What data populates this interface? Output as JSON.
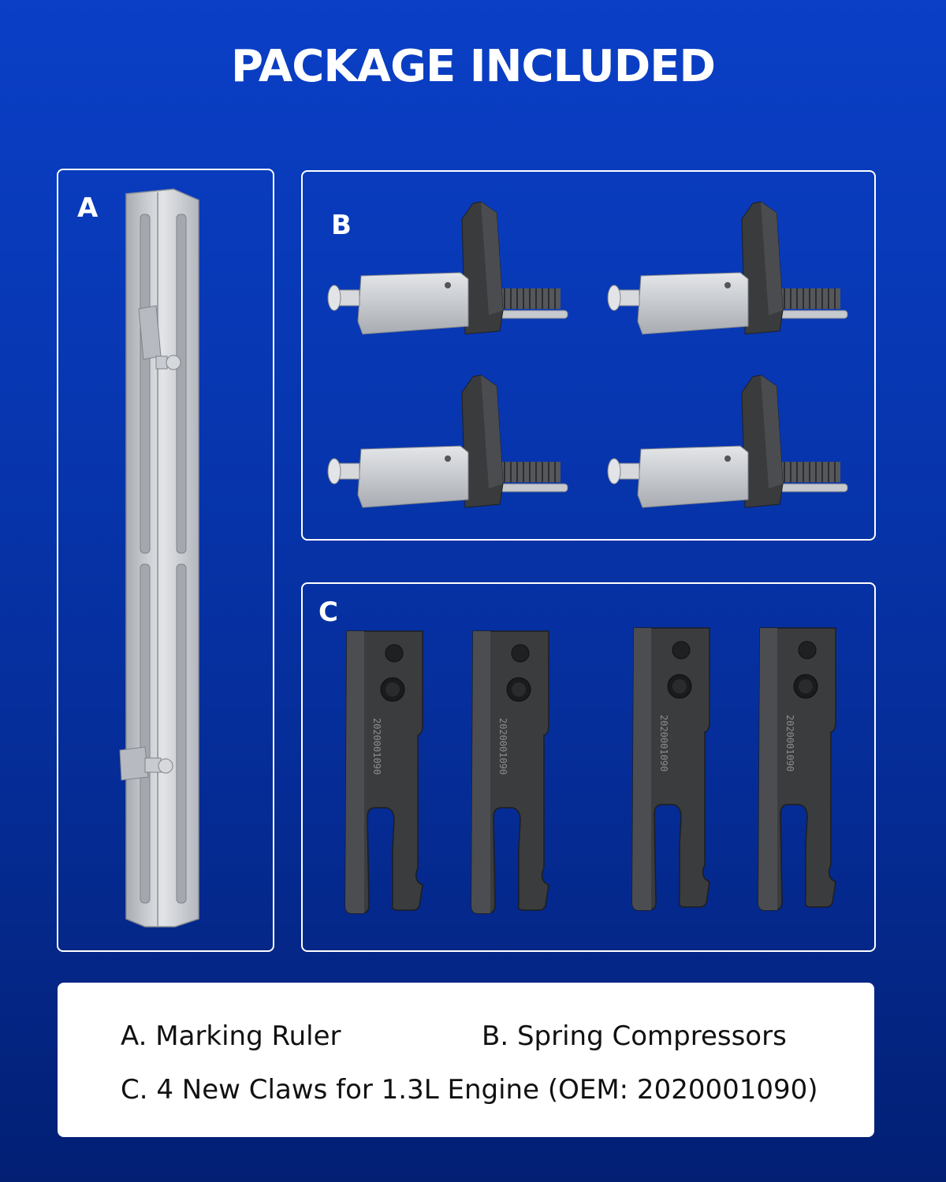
{
  "header": {
    "title": "PACKAGE INCLUDED"
  },
  "panels": {
    "a": {
      "letter": "A"
    },
    "b": {
      "letter": "B"
    },
    "c": {
      "letter": "C",
      "claw_engraving": "2020001090"
    }
  },
  "legend": {
    "a": "A. Marking Ruler",
    "b": "B. Spring Compressors",
    "c": "C. 4 New Claws for 1.3L Engine (OEM: 2020001090)"
  },
  "colors": {
    "background": "#0a3fc6",
    "panel_border": "#ffffff",
    "metal": "#c9ccd1",
    "dark_steel": "#3a3b3d"
  }
}
